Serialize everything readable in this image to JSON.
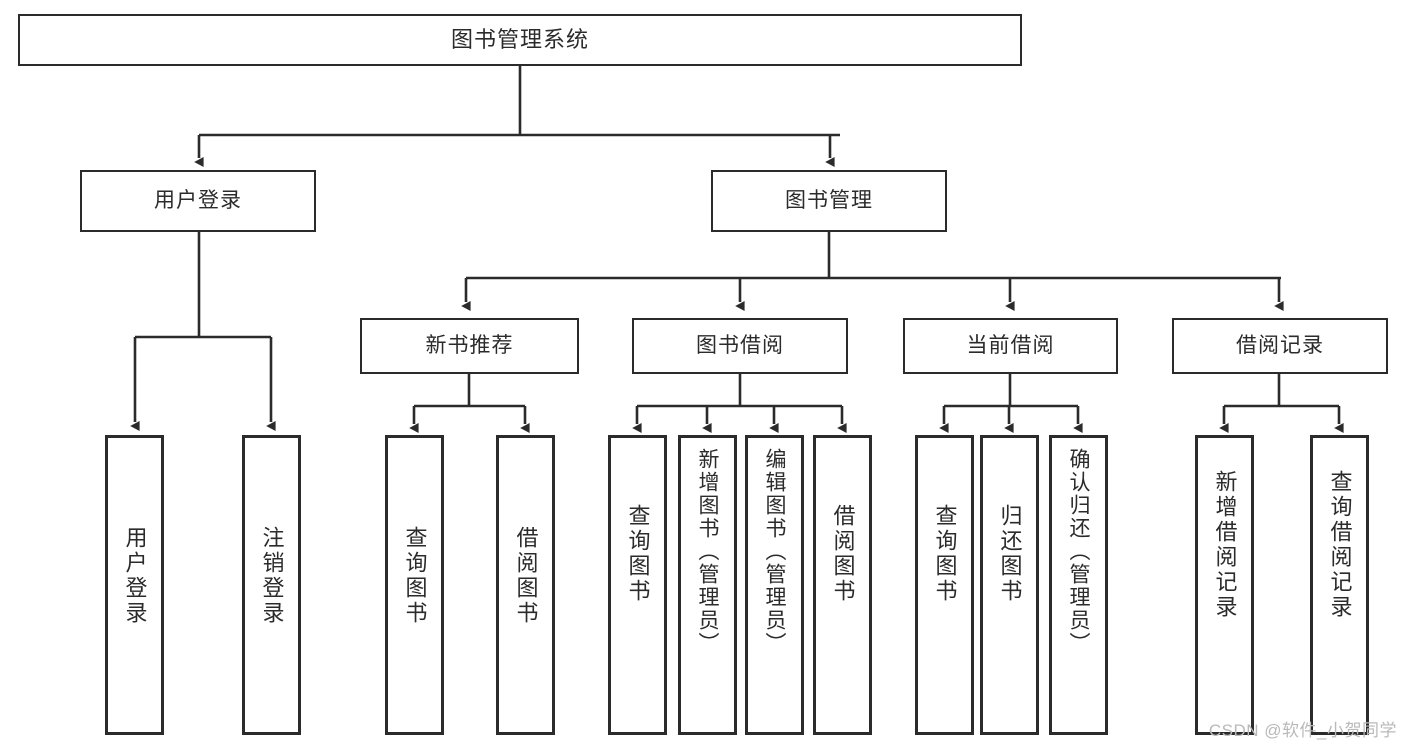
{
  "diagram": {
    "title": "图书管理系统",
    "type": "function-structure-tree",
    "watermark": "CSDN @软件_小贺同学",
    "colors": {
      "stroke": "#2b2b2b",
      "background": "#ffffff",
      "watermark": "#b9b9b9"
    },
    "levels": {
      "level1": [
        {
          "id": "root",
          "label": "图书管理系统"
        }
      ],
      "level2": [
        {
          "id": "user-login",
          "label": "用户登录",
          "parent": "root"
        },
        {
          "id": "book-manage",
          "label": "图书管理",
          "parent": "root"
        }
      ],
      "level3": [
        {
          "id": "new-book-recommend",
          "label": "新书推荐",
          "parent": "book-manage"
        },
        {
          "id": "book-borrow",
          "label": "图书借阅",
          "parent": "book-manage"
        },
        {
          "id": "current-borrow",
          "label": "当前借阅",
          "parent": "book-manage"
        },
        {
          "id": "borrow-record",
          "label": "借阅记录",
          "parent": "book-manage"
        }
      ],
      "level4": [
        {
          "id": "leaf-user-login",
          "label": "用户登录",
          "parent": "user-login"
        },
        {
          "id": "leaf-logout-login",
          "label": "注销登录",
          "parent": "user-login"
        },
        {
          "id": "leaf-query-book-1",
          "label": "查询图书",
          "parent": "new-book-recommend"
        },
        {
          "id": "leaf-borrow-book-1",
          "label": "借阅图书",
          "parent": "new-book-recommend"
        },
        {
          "id": "leaf-query-book-2",
          "label": "查询图书",
          "parent": "book-borrow"
        },
        {
          "id": "leaf-add-book",
          "label": "新增图书（管理员）",
          "parent": "book-borrow"
        },
        {
          "id": "leaf-edit-book",
          "label": "编辑图书（管理员）",
          "parent": "book-borrow"
        },
        {
          "id": "leaf-borrow-book-2",
          "label": "借阅图书",
          "parent": "book-borrow"
        },
        {
          "id": "leaf-query-book-3",
          "label": "查询图书",
          "parent": "current-borrow"
        },
        {
          "id": "leaf-return-book",
          "label": "归还图书",
          "parent": "current-borrow"
        },
        {
          "id": "leaf-confirm-return",
          "label": "确认归还（管理员）",
          "parent": "current-borrow"
        },
        {
          "id": "leaf-add-record",
          "label": "新增借阅记录",
          "parent": "borrow-record"
        },
        {
          "id": "leaf-query-record",
          "label": "查询借阅记录",
          "parent": "borrow-record"
        }
      ]
    }
  }
}
